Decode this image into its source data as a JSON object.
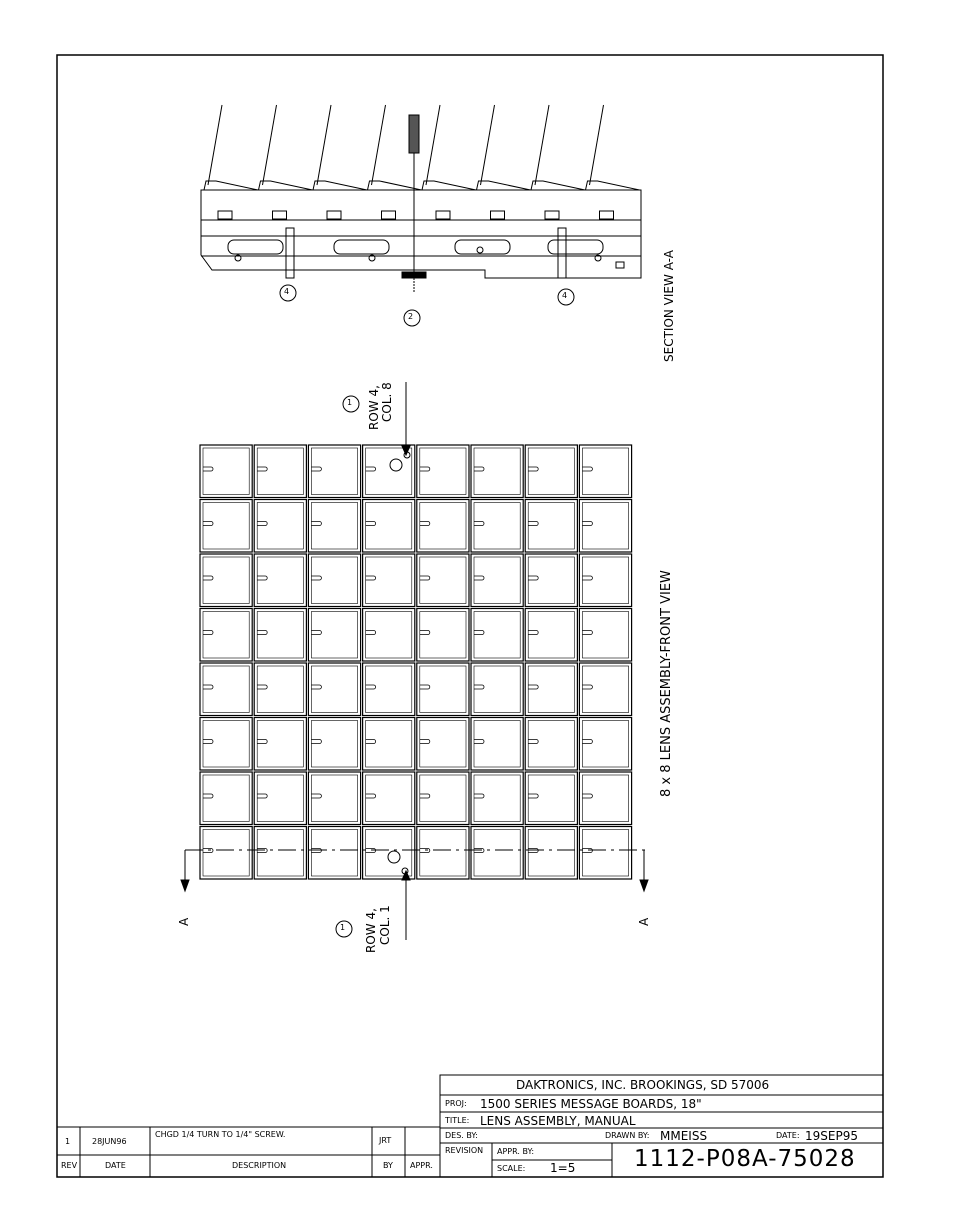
{
  "section_view": {
    "title": "SECTION VIEW A-A",
    "callout_4_left": "4",
    "callout_2": "2",
    "callout_4_right": "4"
  },
  "front_view": {
    "title": "8 x 8 LENS ASSEMBLY-FRONT VIEW",
    "rows": 8,
    "cols": 8,
    "callout_top_number": "1",
    "callout_top_row": "ROW 4,",
    "callout_top_col": "COL. 8",
    "callout_bottom_number": "1",
    "callout_bottom_row": "ROW 4,",
    "callout_bottom_col": "COL. 1",
    "section_mark_left": "A",
    "section_mark_right": "A"
  },
  "title_block": {
    "company": "DAKTRONICS, INC.   BROOKINGS, SD  57006",
    "proj_label": "PROJ:",
    "proj_value": "1500 SERIES MESSAGE BOARDS, 18\"",
    "title_label": "TITLE:",
    "title_value": "LENS ASSEMBLY, MANUAL",
    "des_by_label": "DES. BY:",
    "drawn_by_label": "DRAWN BY:",
    "drawn_by_value": "MMEISS",
    "date_label": "DATE:",
    "date_value": "19SEP95",
    "revision_label": "REVISION",
    "appr_by_label": "APPR. BY:",
    "scale_label": "SCALE:",
    "scale_value": "1=5",
    "drawing_number": "1112-P08A-75028"
  },
  "revision_block": {
    "rows": [
      {
        "rev": "1",
        "date": "28JUN96",
        "description": "CHGD 1/4 TURN TO 1/4\" SCREW.",
        "by": "JRT",
        "appr": ""
      }
    ],
    "headers": {
      "rev": "REV",
      "date": "DATE",
      "description": "DESCRIPTION",
      "by": "BY",
      "appr": "APPR."
    }
  }
}
